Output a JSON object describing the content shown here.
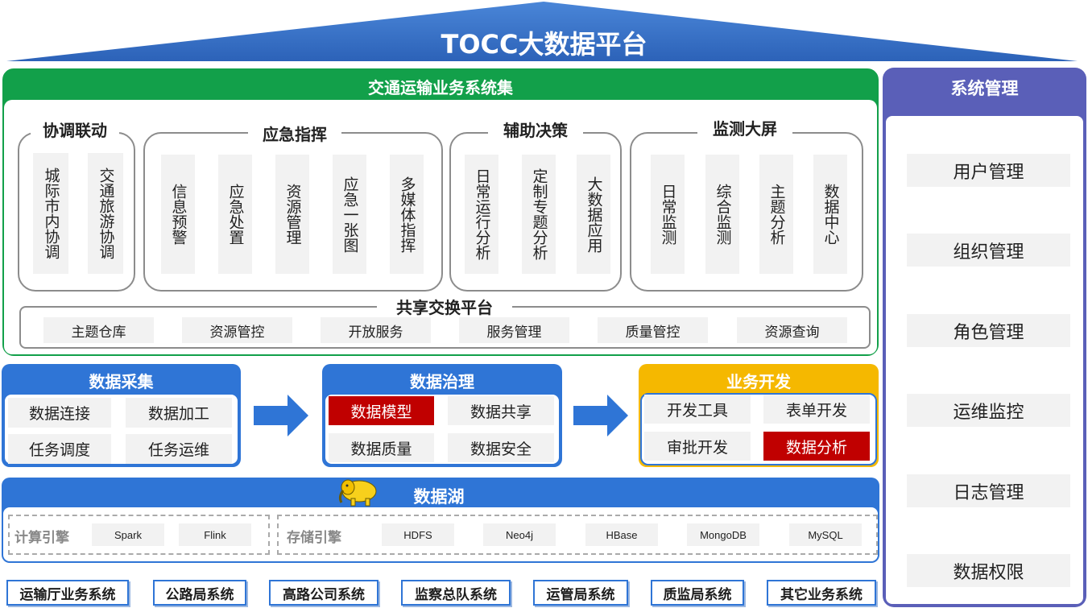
{
  "title": "TOCC大数据平台",
  "business": {
    "title": "交通运输业务系统集",
    "groups": [
      {
        "title": "协调联动",
        "items": [
          "城际市内协调",
          "交通旅游协调"
        ]
      },
      {
        "title": "应急指挥",
        "items": [
          "信息预警",
          "应急处置",
          "资源管理",
          "应急一张图",
          "多媒体指挥"
        ]
      },
      {
        "title": "辅助决策",
        "items": [
          "日常运行分析",
          "定制专题分析",
          "大数据应用"
        ]
      },
      {
        "title": "监测大屏",
        "items": [
          "日常监测",
          "综合监测",
          "主题分析",
          "数据中心"
        ]
      }
    ],
    "share": {
      "title": "共享交换平台",
      "items": [
        "主题仓库",
        "资源管控",
        "开放服务",
        "服务管理",
        "质量管控",
        "资源查询"
      ]
    }
  },
  "collect": {
    "title": "数据采集",
    "items": [
      "数据连接",
      "数据加工",
      "任务调度",
      "任务运维"
    ]
  },
  "govern": {
    "title": "数据治理",
    "items": [
      "数据模型",
      "数据共享",
      "数据质量",
      "数据安全"
    ]
  },
  "develop": {
    "title": "业务开发",
    "items": [
      "开发工具",
      "表单开发",
      "审批开发",
      "数据分析"
    ]
  },
  "lake": {
    "title": "数据湖",
    "compute": {
      "label": "计算引擎",
      "items": [
        "Spark",
        "Flink"
      ]
    },
    "storage": {
      "label": "存储引擎",
      "items": [
        "HDFS",
        "Neo4j",
        "HBase",
        "MongoDB",
        "MySQL"
      ]
    }
  },
  "sources": [
    "运输厅业务系统",
    "公路局系统",
    "高路公司系统",
    "监察总队系统",
    "运管局系统",
    "质监局系统",
    "其它业务系统"
  ],
  "system": {
    "title": "系统管理",
    "items": [
      "用户管理",
      "组织管理",
      "角色管理",
      "运维监控",
      "日志管理",
      "数据权限"
    ]
  },
  "colors": {
    "blue": "#2f75d6",
    "green": "#12a04a",
    "yellow": "#f5b800",
    "purple": "#5a5fb8",
    "red": "#c00000"
  },
  "icons": {
    "lake_logo": "elephant-icon",
    "arrows": "arrow-right-icon"
  }
}
